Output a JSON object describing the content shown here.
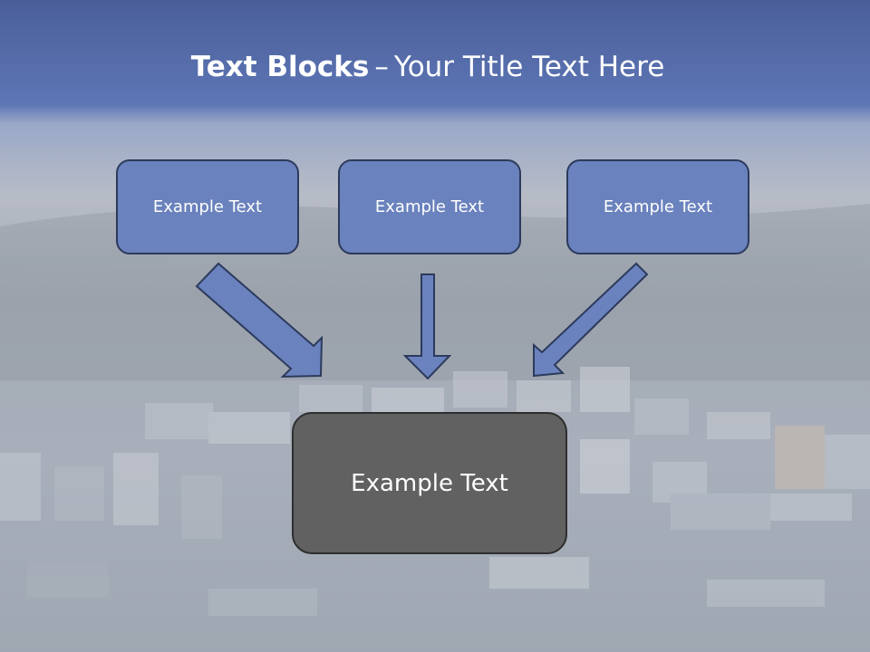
{
  "slide": {
    "title_bold": "Text Blocks",
    "title_separator": "–",
    "title_rest": "Your Title Text Here"
  },
  "diagram": {
    "top_boxes": [
      {
        "label": "Example Text"
      },
      {
        "label": "Example Text"
      },
      {
        "label": "Example Text"
      }
    ],
    "bottom_box": {
      "label": "Example Text"
    }
  },
  "colors": {
    "header_band": "#5b73b3",
    "top_box_fill": "#6a82bd",
    "top_box_border": "#2c3a5c",
    "bottom_box_fill": "#616161",
    "arrow_fill": "#6a82bd",
    "arrow_stroke": "#2c3a5c",
    "text": "#ffffff"
  }
}
